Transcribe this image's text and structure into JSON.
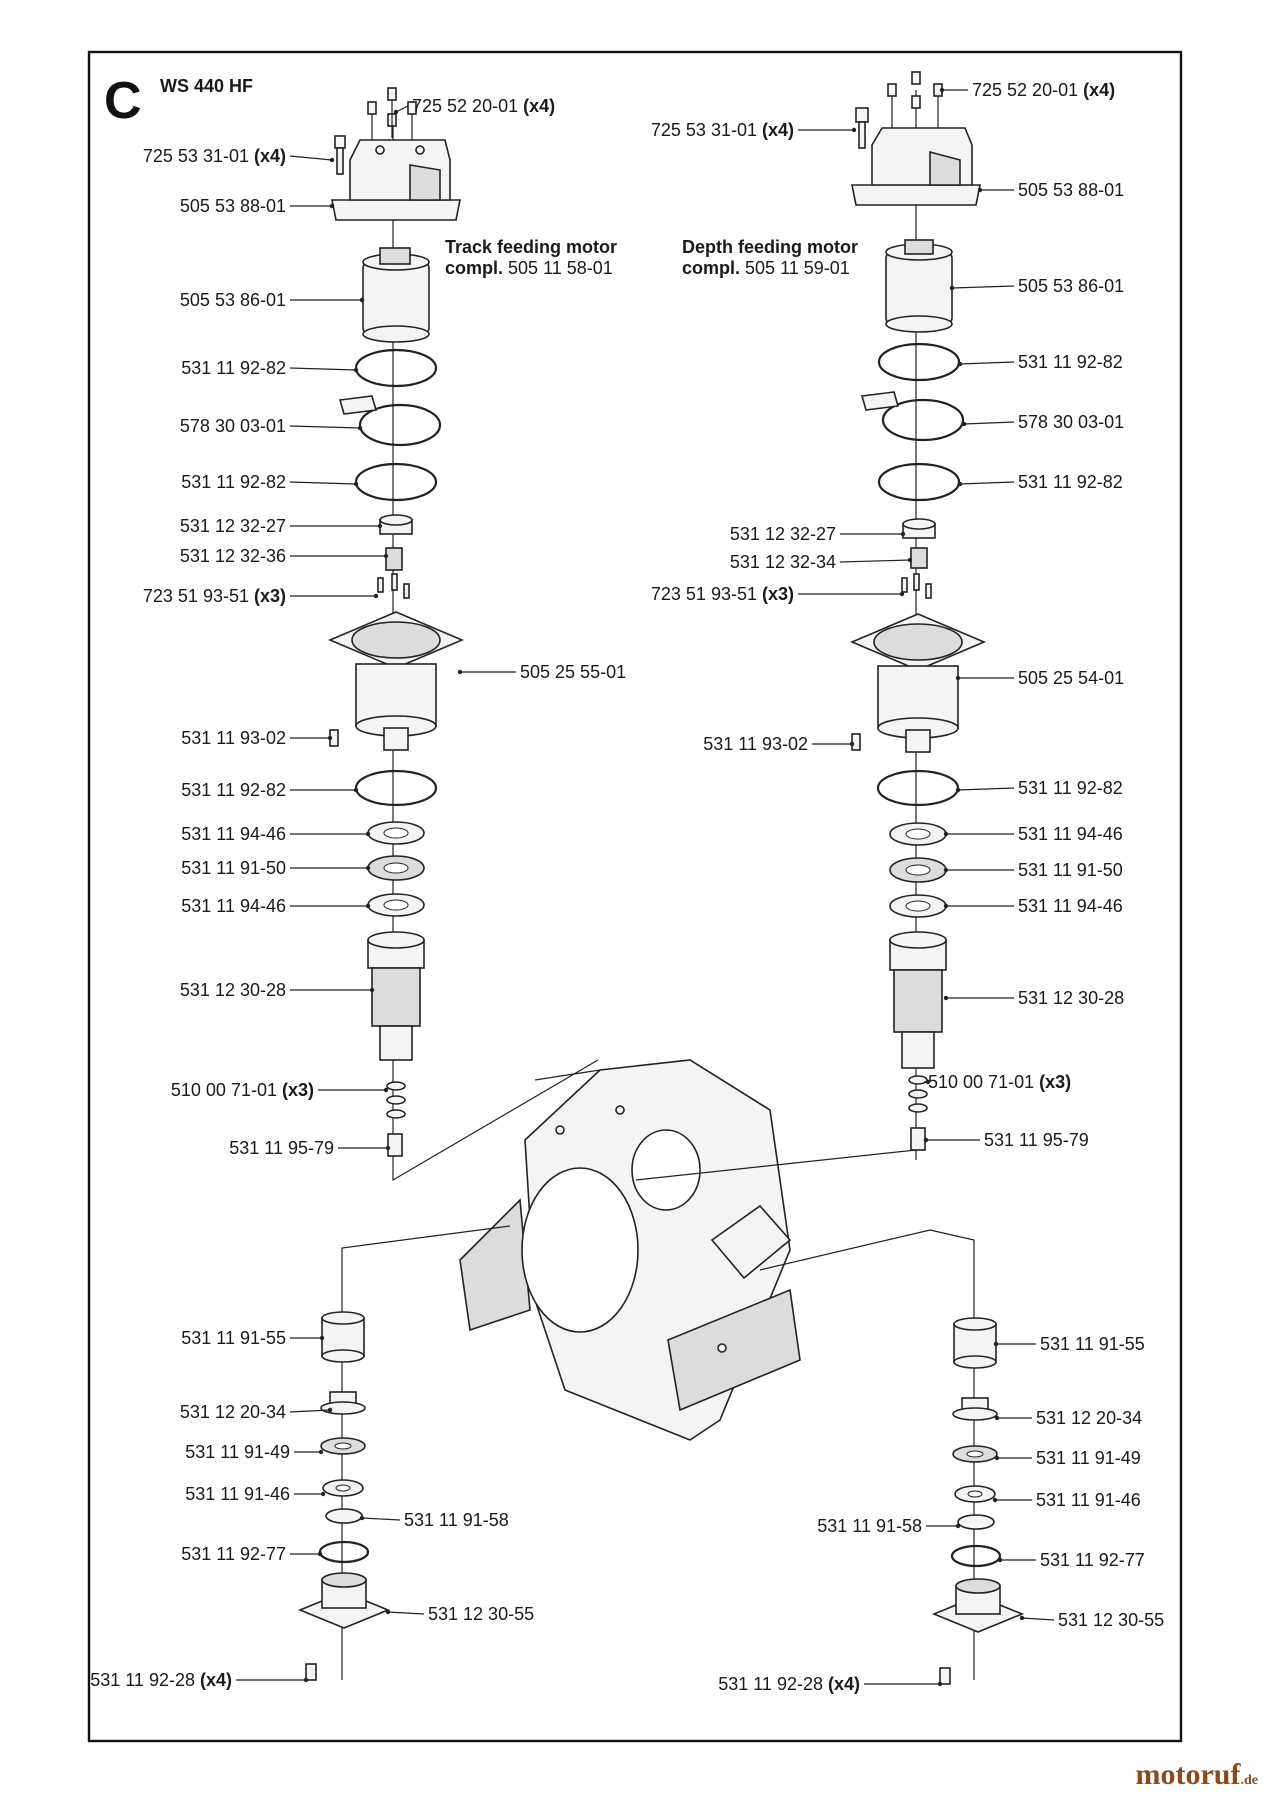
{
  "section_letter": "C",
  "model": "WS 440 HF",
  "left_assembly": {
    "title_bold": "Track feeding motor",
    "title_line2_bold": "compl.",
    "title_number": "505 11 58-01"
  },
  "right_assembly": {
    "title_bold": "Depth feeding motor",
    "title_line2_bold": "compl.",
    "title_number": "505 11 59-01"
  },
  "labels": [
    {
      "id": "L1",
      "text": "725 52 20-01",
      "qty": "(x4)"
    },
    {
      "id": "L2",
      "text": "725 53 31-01",
      "qty": "(x4)"
    },
    {
      "id": "L3",
      "text": "505 53 88-01",
      "qty": ""
    },
    {
      "id": "L4",
      "text": "505 53 86-01",
      "qty": ""
    },
    {
      "id": "L5",
      "text": "531 11 92-82",
      "qty": ""
    },
    {
      "id": "L6",
      "text": "578 30 03-01",
      "qty": ""
    },
    {
      "id": "L7",
      "text": "531 11 92-82",
      "qty": ""
    },
    {
      "id": "L8",
      "text": "531 12 32-27",
      "qty": ""
    },
    {
      "id": "L9",
      "text": "531 12 32-36",
      "qty": ""
    },
    {
      "id": "L10",
      "text": "723 51 93-51",
      "qty": "(x3)"
    },
    {
      "id": "L11",
      "text": "505 25 55-01",
      "qty": ""
    },
    {
      "id": "L12",
      "text": "531 11 93-02",
      "qty": ""
    },
    {
      "id": "L13",
      "text": "531 11 92-82",
      "qty": ""
    },
    {
      "id": "L14",
      "text": "531 11 94-46",
      "qty": ""
    },
    {
      "id": "L15",
      "text": "531 11 91-50",
      "qty": ""
    },
    {
      "id": "L16",
      "text": "531 11 94-46",
      "qty": ""
    },
    {
      "id": "L17",
      "text": "531 12 30-28",
      "qty": ""
    },
    {
      "id": "L18",
      "text": "510 00 71-01",
      "qty": "(x3)"
    },
    {
      "id": "L19",
      "text": "531 11 95-79",
      "qty": ""
    },
    {
      "id": "R1",
      "text": "725 52 20-01",
      "qty": "(x4)"
    },
    {
      "id": "R2",
      "text": "725 53 31-01",
      "qty": "(x4)"
    },
    {
      "id": "R3",
      "text": "505 53 88-01",
      "qty": ""
    },
    {
      "id": "R4",
      "text": "505 53 86-01",
      "qty": ""
    },
    {
      "id": "R5",
      "text": "531 11 92-82",
      "qty": ""
    },
    {
      "id": "R6",
      "text": "578 30 03-01",
      "qty": ""
    },
    {
      "id": "R7",
      "text": "531 11 92-82",
      "qty": ""
    },
    {
      "id": "R8",
      "text": "531 12 32-27",
      "qty": ""
    },
    {
      "id": "R9",
      "text": "531 12 32-34",
      "qty": ""
    },
    {
      "id": "R10",
      "text": "723 51 93-51",
      "qty": "(x3)"
    },
    {
      "id": "R11",
      "text": "505 25 54-01",
      "qty": ""
    },
    {
      "id": "R12",
      "text": "531 11 93-02",
      "qty": ""
    },
    {
      "id": "R13",
      "text": "531 11 92-82",
      "qty": ""
    },
    {
      "id": "R14",
      "text": "531 11 94-46",
      "qty": ""
    },
    {
      "id": "R15",
      "text": "531 11 91-50",
      "qty": ""
    },
    {
      "id": "R16",
      "text": "531 11 94-46",
      "qty": ""
    },
    {
      "id": "R17",
      "text": "531 12 30-28",
      "qty": ""
    },
    {
      "id": "R18",
      "text": "510 00 71-01",
      "qty": "(x3)"
    },
    {
      "id": "R19",
      "text": "531 11 95-79",
      "qty": ""
    },
    {
      "id": "BL1",
      "text": "531 11 91-55",
      "qty": ""
    },
    {
      "id": "BL2",
      "text": "531 12 20-34",
      "qty": ""
    },
    {
      "id": "BL3",
      "text": "531 11 91-49",
      "qty": ""
    },
    {
      "id": "BL4",
      "text": "531 11 91-46",
      "qty": ""
    },
    {
      "id": "BL5",
      "text": "531 11 91-58",
      "qty": ""
    },
    {
      "id": "BL6",
      "text": "531 11 92-77",
      "qty": ""
    },
    {
      "id": "BL7",
      "text": "531 12 30-55",
      "qty": ""
    },
    {
      "id": "BL8",
      "text": "531 11 92-28",
      "qty": "(x4)"
    },
    {
      "id": "BR1",
      "text": "531 11 91-55",
      "qty": ""
    },
    {
      "id": "BR2",
      "text": "531 12 20-34",
      "qty": ""
    },
    {
      "id": "BR3",
      "text": "531 11 91-49",
      "qty": ""
    },
    {
      "id": "BR4",
      "text": "531 11 91-46",
      "qty": ""
    },
    {
      "id": "BR5",
      "text": "531 11 91-58",
      "qty": ""
    },
    {
      "id": "BR6",
      "text": "531 11 92-77",
      "qty": ""
    },
    {
      "id": "BR7",
      "text": "531 12 30-55",
      "qty": ""
    },
    {
      "id": "BR8",
      "text": "531 11 92-28",
      "qty": "(x4)"
    }
  ],
  "watermark": {
    "brand": "motoruf",
    "tld": ".de"
  }
}
